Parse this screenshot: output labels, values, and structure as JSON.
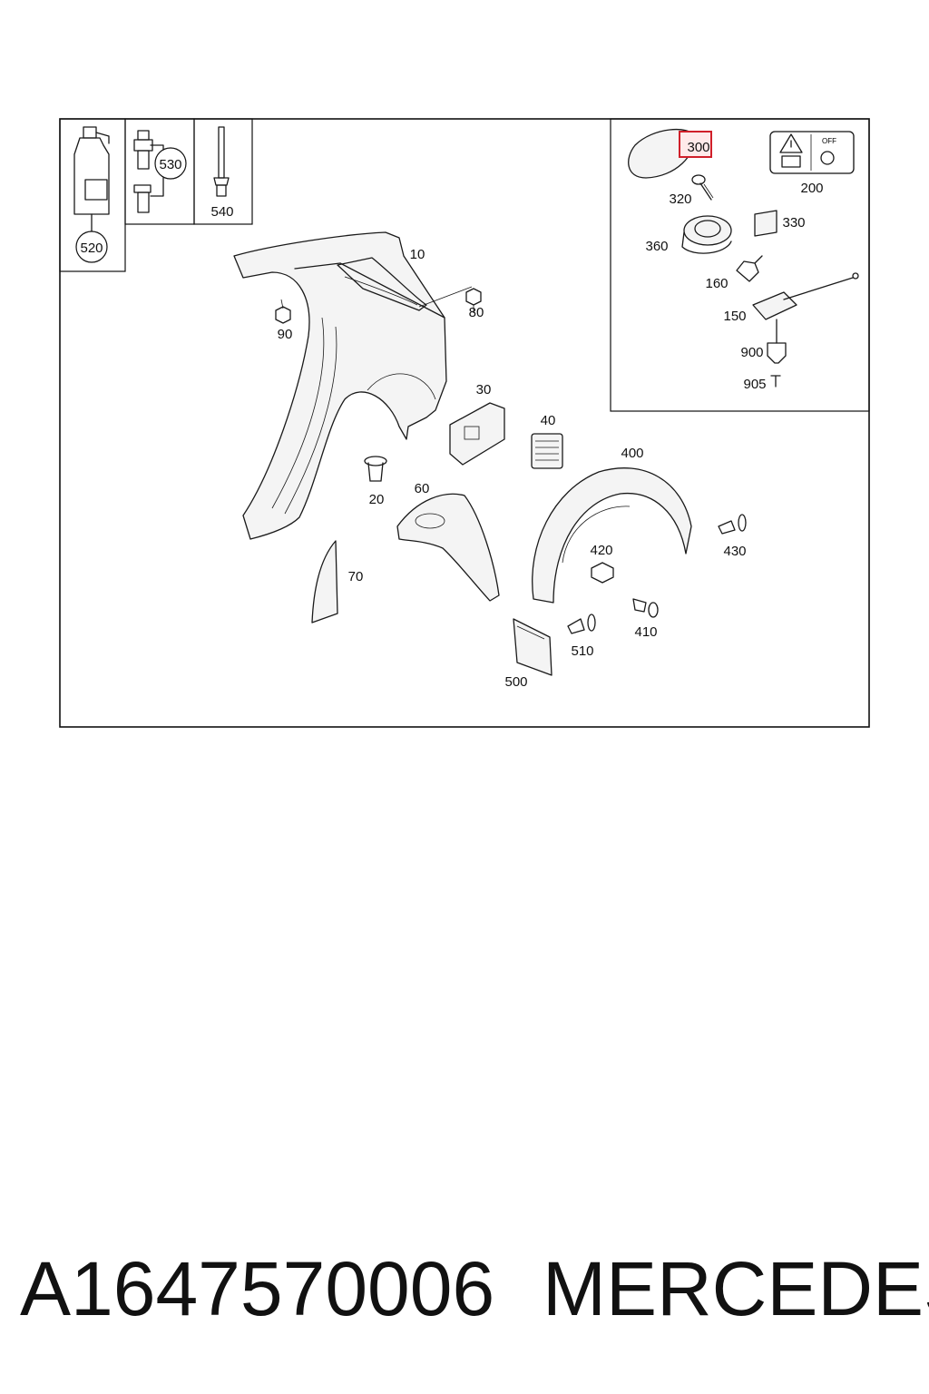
{
  "diagram": {
    "highlight_color": "#d0202a",
    "highlighted_callout": "300",
    "callouts": {
      "c10": "10",
      "c20": "20",
      "c30": "30",
      "c40": "40",
      "c60": "60",
      "c70": "70",
      "c80": "80",
      "c90": "90",
      "c150": "150",
      "c160": "160",
      "c200": "200",
      "c300": "300",
      "c320": "320",
      "c330": "330",
      "c360": "360",
      "c400": "400",
      "c410": "410",
      "c420": "420",
      "c430": "430",
      "c500": "500",
      "c510": "510",
      "c520": "520",
      "c530": "530",
      "c540": "540",
      "c900": "900",
      "c905": "905"
    },
    "warning_label_text": "OFF"
  },
  "footer": {
    "part_number": "A1647570006",
    "brand": "MERCEDES"
  }
}
